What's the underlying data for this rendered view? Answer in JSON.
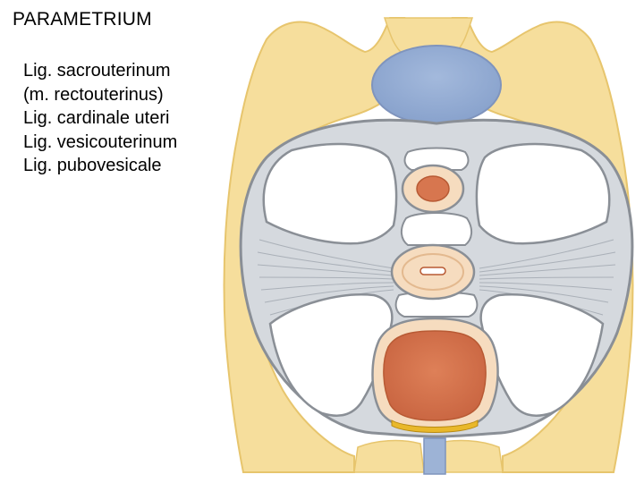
{
  "title": "PARAMETRIUM",
  "labels": [
    "Lig. sacrouterinum",
    "(m. rectouterinus)",
    "Lig. cardinale uteri",
    "Lig. vesicouterinum",
    "Lig. pubovesicale"
  ],
  "colors": {
    "bone": "#f6de9c",
    "bone_edge": "#e7c56d",
    "fascia": "#d5d9de",
    "fascia_edge": "#8a8f96",
    "fiber": "#aab0b8",
    "bladder": "#94acd3",
    "organ_ring": "#f6dcbf",
    "organ_core": "#d7764f",
    "organ_core_dark": "#b85a34",
    "yellow_band": "#e9b82a",
    "urethra": "#9db3d6"
  }
}
